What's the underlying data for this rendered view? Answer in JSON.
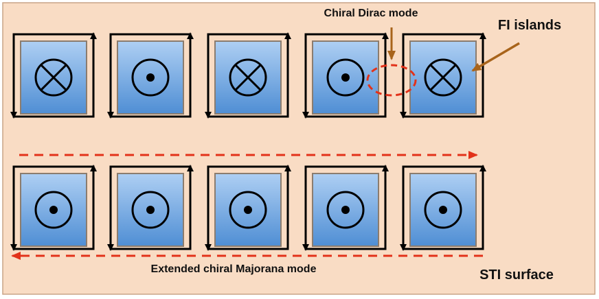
{
  "labels": {
    "chiral_dirac_mode": "Chiral Dirac mode",
    "fi_islands": "FI islands",
    "extended_chiral_majorana_mode": "Extended chiral Majorana mode",
    "sti_surface": "STI surface"
  },
  "rows": [
    {
      "name": "top",
      "islands": [
        "into-page-icon",
        "out-of-page-icon",
        "into-page-icon",
        "out-of-page-icon",
        "into-page-icon"
      ]
    },
    {
      "name": "bottom",
      "islands": [
        "out-of-page-icon",
        "out-of-page-icon",
        "out-of-page-icon",
        "out-of-page-icon",
        "out-of-page-icon"
      ]
    }
  ],
  "colors": {
    "background": "#f9dcc4",
    "island_top": "#aecff3",
    "island_bottom": "#4f8ed4",
    "edge_arrow": "#000000",
    "mode_arrow": "#e2321a",
    "pointer": "#a8641b"
  }
}
